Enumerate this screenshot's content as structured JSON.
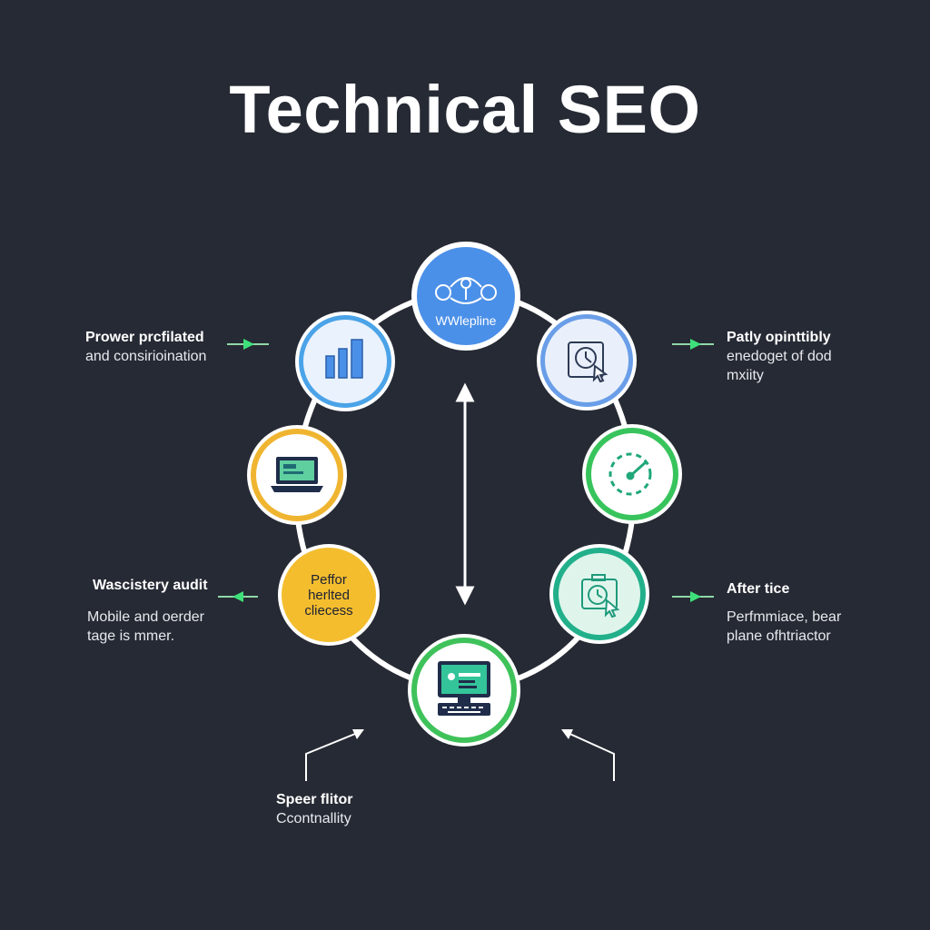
{
  "title": "Technical SEO",
  "colors": {
    "background": "#262a34",
    "blue": "#4b90e8",
    "light_blue": "#dfeafb",
    "yellow": "#f0b530",
    "green": "#38c45c",
    "teal": "#22b08a",
    "ring": "#ffffff"
  },
  "nodes": {
    "top": {
      "label": "WWlepline",
      "icon": "network-icon"
    },
    "upper_left": {
      "icon": "bar-chart-icon"
    },
    "upper_right": {
      "icon": "clock-cursor-icon"
    },
    "mid_left": {
      "icon": "laptop-icon"
    },
    "mid_right": {
      "icon": "speed-gauge-icon"
    },
    "lower_left": {
      "label_lines": [
        "Peffor",
        "herlted",
        "cliecess"
      ]
    },
    "lower_right": {
      "icon": "camera-cursor-icon"
    },
    "bottom": {
      "icon": "monitor-icon"
    }
  },
  "labels": {
    "upper_left": {
      "head": "Prower prcfilated",
      "sub": "and consirioination"
    },
    "upper_right": {
      "head": "Patly opinttibly",
      "sub1": "enedoget of dod",
      "sub2": "mxiity"
    },
    "mid_left": {
      "head": "Wascistery audit",
      "sub1": "Mobile and oerder",
      "sub2": "tage is mmer."
    },
    "mid_right": {
      "head": "After tice",
      "sub1": "Perfmmiace, bear",
      "sub2": "plane ofhtriactor"
    },
    "bottom": {
      "head": "Speer flitor",
      "sub": "Ccontnallity"
    }
  }
}
